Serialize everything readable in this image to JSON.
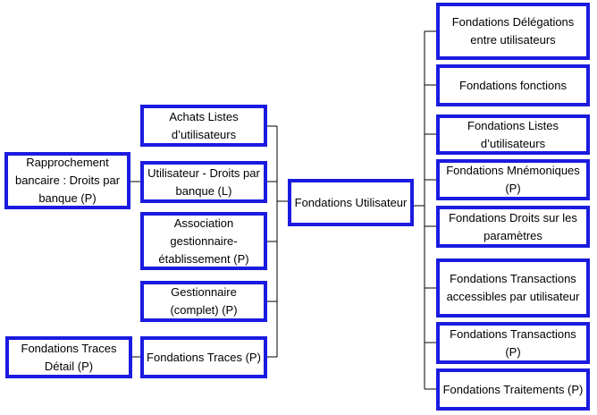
{
  "colors": {
    "background": "#ffffff",
    "node_border": "#1b1be0",
    "node_fill": "#ffffff",
    "connector": "#000000",
    "text": "#000000"
  },
  "nodes": {
    "rapprochement_bancaire": {
      "label": "Rapprochement bancaire : Droits par banque (P)"
    },
    "fondations_traces_detail": {
      "label": "Fondations Traces Détail (P)"
    },
    "achats_listes_utilisateurs": {
      "label": "Achats Listes d’utilisateurs"
    },
    "utilisateur_droits_banque": {
      "label": "Utilisateur - Droits par banque (L)"
    },
    "association_gestionnaire_etablissement": {
      "label": "Association gestionnaire-établissement (P)"
    },
    "gestionnaire_complet": {
      "label": "Gestionnaire (complet) (P)"
    },
    "fondations_traces": {
      "label": "Fondations Traces (P)"
    },
    "fondations_utilisateur": {
      "label": "Fondations Utilisateur"
    },
    "fondations_delegations": {
      "label": "Fondations Délégations entre utilisateurs"
    },
    "fondations_fonctions": {
      "label": "Fondations fonctions"
    },
    "fondations_listes_utilisateurs": {
      "label": "Fondations Listes d’utilisateurs"
    },
    "fondations_mnemoniques": {
      "label": "Fondations Mnémoniques (P)"
    },
    "fondations_droits_parametres": {
      "label": "Fondations Droits sur les paramètres"
    },
    "fondations_transactions_accessibles": {
      "label": "Fondations Transactions accessibles par utilisateur"
    },
    "fondations_transactions": {
      "label": "Fondations Transactions (P)"
    },
    "fondations_traitements": {
      "label": "Fondations Traitements (P)"
    }
  },
  "edges": [
    {
      "from": "rapprochement_bancaire",
      "to": "utilisateur_droits_banque"
    },
    {
      "from": "fondations_traces_detail",
      "to": "fondations_traces"
    },
    {
      "from": "achats_listes_utilisateurs",
      "to": "fondations_utilisateur"
    },
    {
      "from": "utilisateur_droits_banque",
      "to": "fondations_utilisateur"
    },
    {
      "from": "association_gestionnaire_etablissement",
      "to": "fondations_utilisateur"
    },
    {
      "from": "gestionnaire_complet",
      "to": "fondations_utilisateur"
    },
    {
      "from": "fondations_traces",
      "to": "fondations_utilisateur"
    },
    {
      "from": "fondations_utilisateur",
      "to": "fondations_delegations"
    },
    {
      "from": "fondations_utilisateur",
      "to": "fondations_fonctions"
    },
    {
      "from": "fondations_utilisateur",
      "to": "fondations_listes_utilisateurs"
    },
    {
      "from": "fondations_utilisateur",
      "to": "fondations_mnemoniques"
    },
    {
      "from": "fondations_utilisateur",
      "to": "fondations_droits_parametres"
    },
    {
      "from": "fondations_utilisateur",
      "to": "fondations_transactions_accessibles"
    },
    {
      "from": "fondations_utilisateur",
      "to": "fondations_transactions"
    },
    {
      "from": "fondations_utilisateur",
      "to": "fondations_traitements"
    }
  ]
}
